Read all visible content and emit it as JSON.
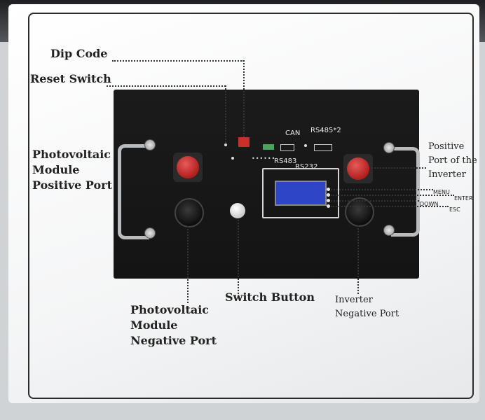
{
  "labels": {
    "dip_code": "Dip Code",
    "reset_switch": "Reset Switch",
    "pv_positive": [
      "Photovoltaic",
      "Module",
      "Positive Port"
    ],
    "pv_negative": [
      "Photovoltaic",
      "Module",
      "Negative Port"
    ],
    "switch_button": "Switch Button",
    "inverter_negative": [
      "Inverter",
      "Negative Port"
    ],
    "inverter_positive": [
      "Positive",
      "Port of the",
      "Inverter"
    ]
  },
  "panel_ports": {
    "can": "CAN",
    "rs485x2": "RS485*2",
    "rs483": "RS483",
    "rs232": "RS232"
  },
  "lcd_buttons": [
    "MENU",
    "ENTER",
    "DOWN",
    "ESC"
  ],
  "colors": {
    "panel": "#161616",
    "lcd": "#2d46c8",
    "pv_positive_cap": "#c62828",
    "dip_switch": "#c9302c",
    "terminal": "#4aa35a"
  }
}
